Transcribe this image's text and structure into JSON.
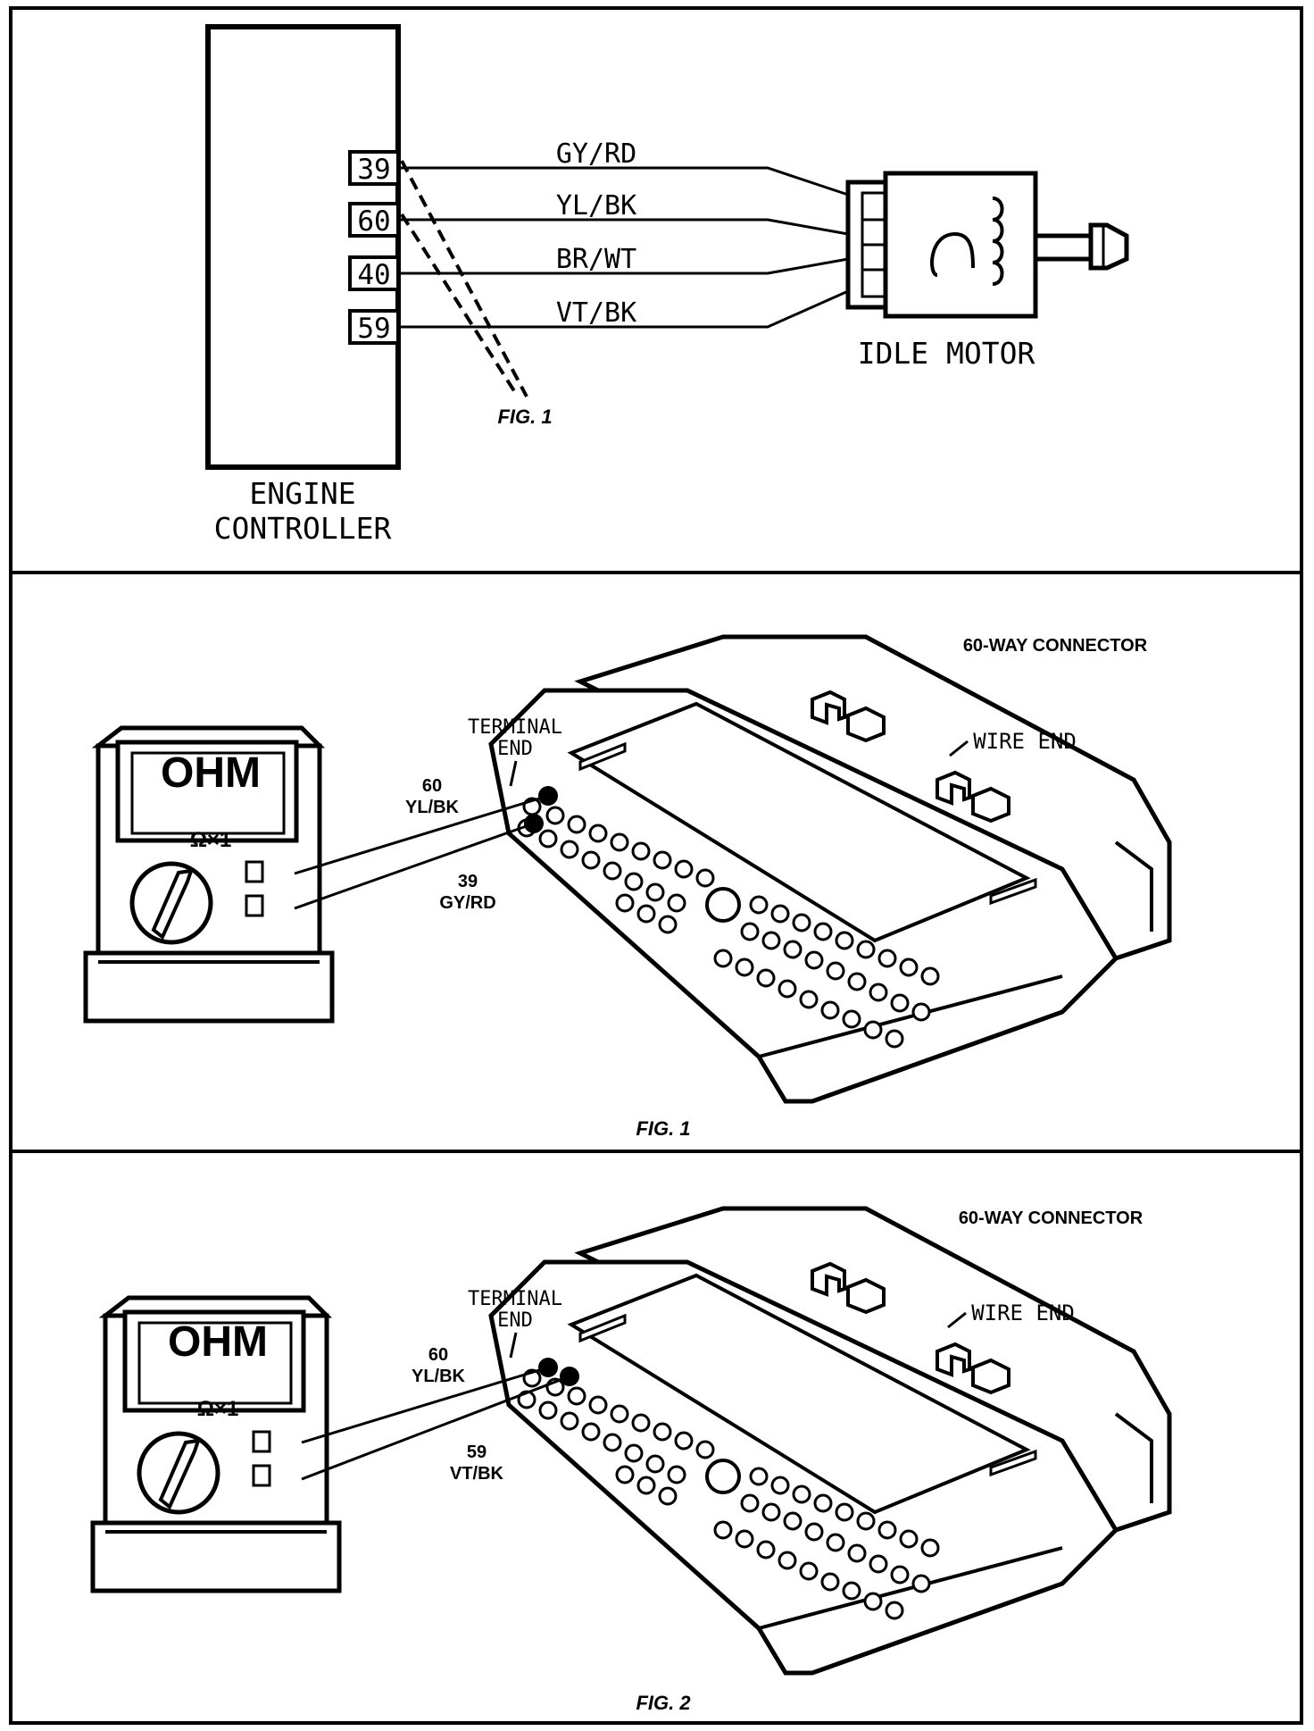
{
  "panel_top": {
    "controller_label_line1": "ENGINE",
    "controller_label_line2": "CONTROLLER",
    "pins": [
      {
        "number": "39",
        "wire": "GY/RD"
      },
      {
        "number": "60",
        "wire": "YL/BK"
      },
      {
        "number": "40",
        "wire": "BR/WT"
      },
      {
        "number": "59",
        "wire": "VT/BK"
      }
    ],
    "motor_label": "IDLE MOTOR",
    "fig_label": "FIG. 1"
  },
  "panel_fig1": {
    "meter_display": "OHM",
    "meter_range": "Ω×1",
    "connector_title": "60-WAY CONNECTOR",
    "terminal_end_line1": "TERMINAL",
    "terminal_end_line2": "END",
    "wire_end": "WIRE END",
    "probe_a_number": "60",
    "probe_a_wire": "YL/BK",
    "probe_b_number": "39",
    "probe_b_wire": "GY/RD",
    "fig_label": "FIG. 1"
  },
  "panel_fig2": {
    "meter_display": "OHM",
    "meter_range": "Ω×1",
    "connector_title": "60-WAY CONNECTOR",
    "terminal_end_line1": "TERMINAL",
    "terminal_end_line2": "END",
    "wire_end": "WIRE END",
    "probe_a_number": "60",
    "probe_a_wire": "YL/BK",
    "probe_b_number": "59",
    "probe_b_wire": "VT/BK",
    "fig_label": "FIG. 2"
  },
  "colors": {
    "ink": "#000000",
    "paper": "#ffffff"
  }
}
